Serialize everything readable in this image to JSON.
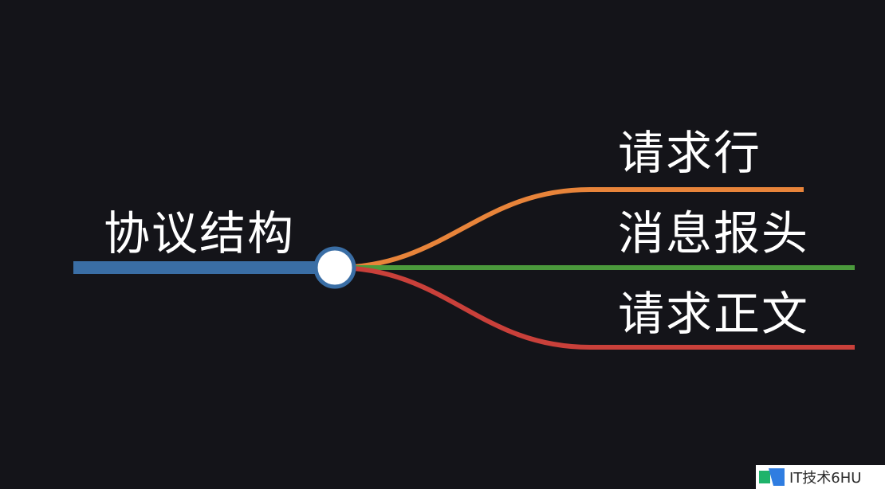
{
  "mindmap": {
    "root": {
      "label": "协议结构",
      "color": "#3a6ea5"
    },
    "branches": [
      {
        "label": "请求行",
        "color": "#e8843a"
      },
      {
        "label": "消息报头",
        "color": "#4b9a3c"
      },
      {
        "label": "请求正文",
        "color": "#c9403a"
      }
    ],
    "node_fill": "#ffffff"
  },
  "watermark": {
    "text": "IT技术6HU",
    "logo_colors": [
      "#1fb36b",
      "#2f7de1"
    ]
  }
}
